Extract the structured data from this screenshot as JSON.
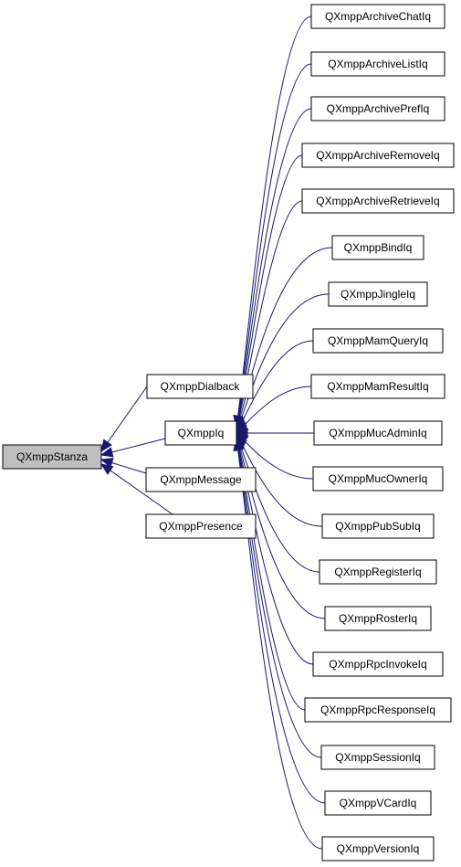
{
  "diagram": {
    "edge_color": "#191970",
    "root_fill": "#bfbfbf",
    "root": "QXmppStanza",
    "stanza_subclasses": [
      "QXmppDialback",
      "QXmppIq",
      "QXmppMessage",
      "QXmppPresence"
    ],
    "iq_subclasses": [
      "QXmppArchiveChatIq",
      "QXmppArchiveListIq",
      "QXmppArchivePrefIq",
      "QXmppArchiveRemoveIq",
      "QXmppArchiveRetrieveIq",
      "QXmppBindIq",
      "QXmppJingleIq",
      "QXmppMamQueryIq",
      "QXmppMamResultIq",
      "QXmppMucAdminIq",
      "QXmppMucOwnerIq",
      "QXmppPubSubIq",
      "QXmppRegisterIq",
      "QXmppRosterIq",
      "QXmppRpcInvokeIq",
      "QXmppRpcResponseIq",
      "QXmppSessionIq",
      "QXmppVCardIq",
      "QXmppVersionIq"
    ]
  }
}
